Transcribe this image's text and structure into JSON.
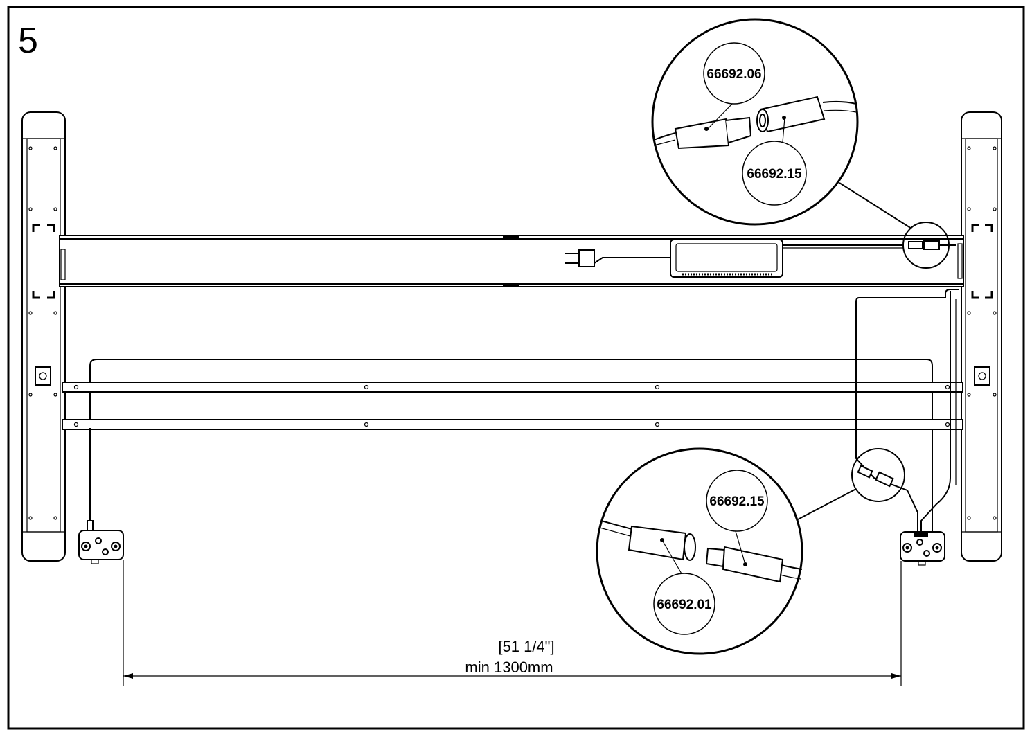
{
  "step_number": "5",
  "callouts": {
    "top_circle": {
      "plug_part": "66692.06",
      "socket_part": "66692.15"
    },
    "bottom_circle": {
      "plug_part": "66692.15",
      "socket_part": "66692.01"
    }
  },
  "dimension": {
    "imperial": "[51 1/4\"]",
    "metric": "min 1300mm"
  }
}
